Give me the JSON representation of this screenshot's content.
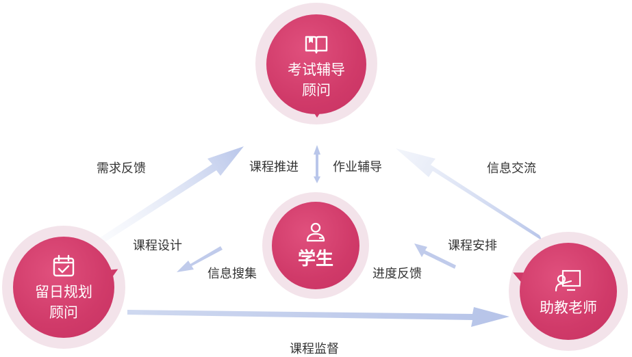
{
  "nodes": {
    "top": {
      "line1": "考试辅导",
      "line2": "顾问",
      "icon": "book-icon"
    },
    "left": {
      "line1": "留日规划",
      "line2": "顾问",
      "icon": "calendar-check-icon"
    },
    "right": {
      "line1": "助教老师",
      "icon": "teacher-board-icon"
    },
    "center": {
      "label": "学生",
      "icon": "user-icon"
    }
  },
  "labels": {
    "need_feedback": "需求反馈",
    "course_progress": "课程推进",
    "homework_help": "作业辅导",
    "info_exchange": "信息交流",
    "course_design": "课程设计",
    "info_collect": "信息搜集",
    "course_arrange": "课程安排",
    "progress_feedback": "进度反馈",
    "course_supervise": "课程监督"
  },
  "colors": {
    "node_fill": "#d03a69",
    "halo": "#f3e3ea",
    "arrow": "#c9d4ee",
    "text": "#333333"
  }
}
